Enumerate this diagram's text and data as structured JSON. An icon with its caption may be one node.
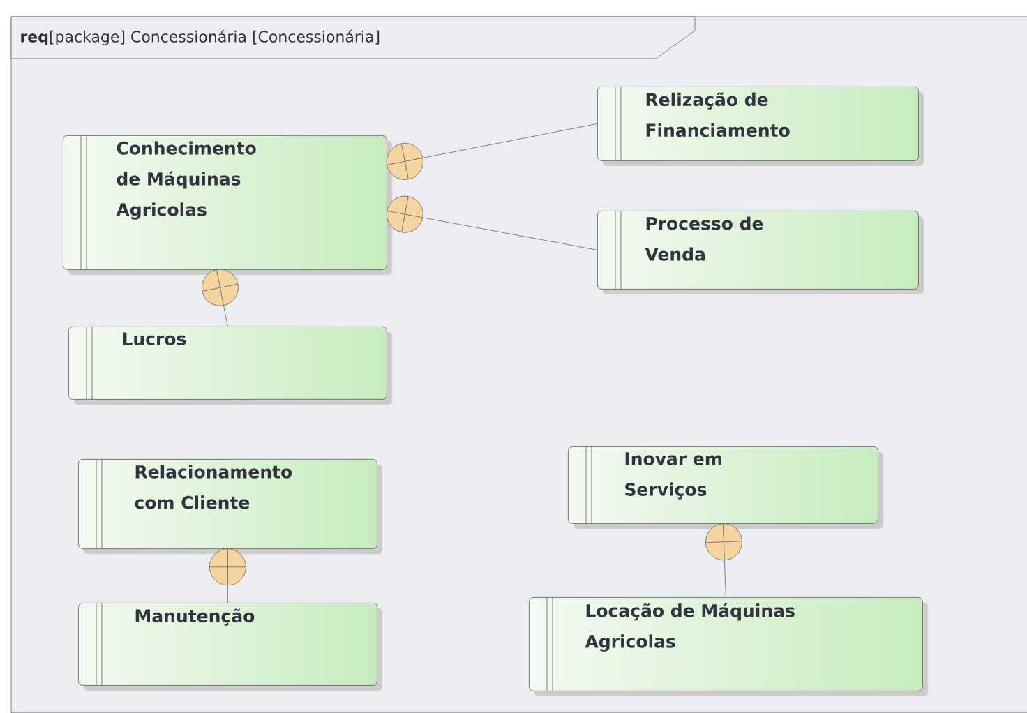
{
  "diagram": {
    "title": "**req**[package] Concessionária [Concessionária]",
    "nodes": [
      {
        "text": [
          "Conhecimento de Máquinas Agricolas"
        ]
      },
      {
        "text": [
          "Relização de Financiamento"
        ]
      },
      {
        "text": [
          "Processo de Venda"
        ]
      },
      {
        "text": [
          "Lucros"
        ]
      },
      {
        "text": [
          "Relacionamento com Cliente"
        ]
      },
      {
        "text": [
          "Manutenção"
        ]
      },
      {
        "text": [
          "Inovar em Serviços"
        ]
      },
      {
        "text": [
          "Locação de Máquinas Agricolas"
        ]
      }
    ],
    "edges": [
      {
        "from": 1,
        "to": 0,
        "arrow": "other"
      },
      {
        "from": 2,
        "to": 0,
        "arrow": "other"
      },
      {
        "from": 3,
        "to": 0,
        "arrow": "other"
      },
      {
        "from": 5,
        "to": 4,
        "arrow": "other"
      },
      {
        "from": 7,
        "to": 6,
        "arrow": "other"
      }
    ]
  }
}
